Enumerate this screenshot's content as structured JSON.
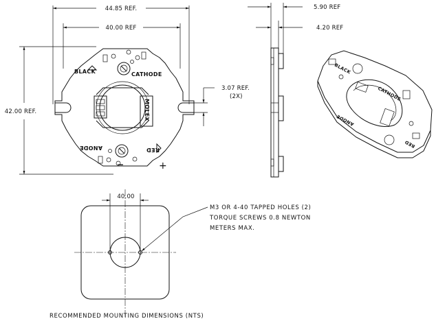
{
  "front_view": {
    "dim_overall_width": "44.85 REF.",
    "dim_hole_spacing": "40.00 REF",
    "dim_height": "42.00 REF.",
    "dim_slot": "3.07 REF.",
    "dim_slot_qty": "(2X)",
    "label_black": "BLACK",
    "label_cathode": "CATHODE",
    "label_anode": "ANODE",
    "label_red": "RED",
    "label_molex": "MOLEX"
  },
  "side_view": {
    "dim_total_thickness": "5.90 REF",
    "dim_body_thickness": "4.20 REF"
  },
  "mounting": {
    "dim_hole_spacing": "40.00",
    "note_line1": "M3 OR 4-40 TAPPED HOLES (2)",
    "note_line2": "TORQUE SCREWS 0.8 NEWTON",
    "note_line3": "METERS MAX.",
    "caption": "RECOMMENDED MOUNTING DIMENSIONS (NTS)"
  }
}
